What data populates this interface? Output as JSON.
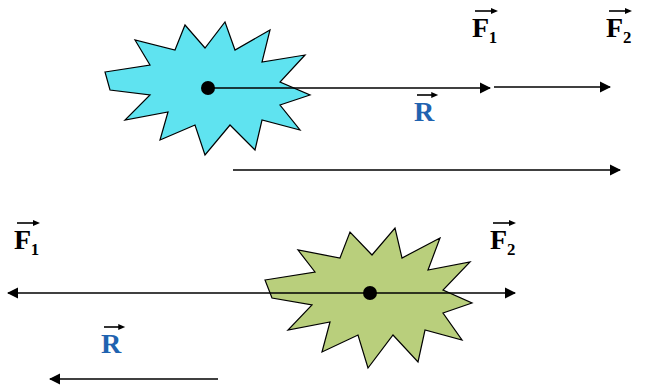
{
  "diagram": {
    "labels": [
      "F₁",
      "F₂",
      "R",
      "F₁",
      "F₂",
      "R"
    ]
  }
}
